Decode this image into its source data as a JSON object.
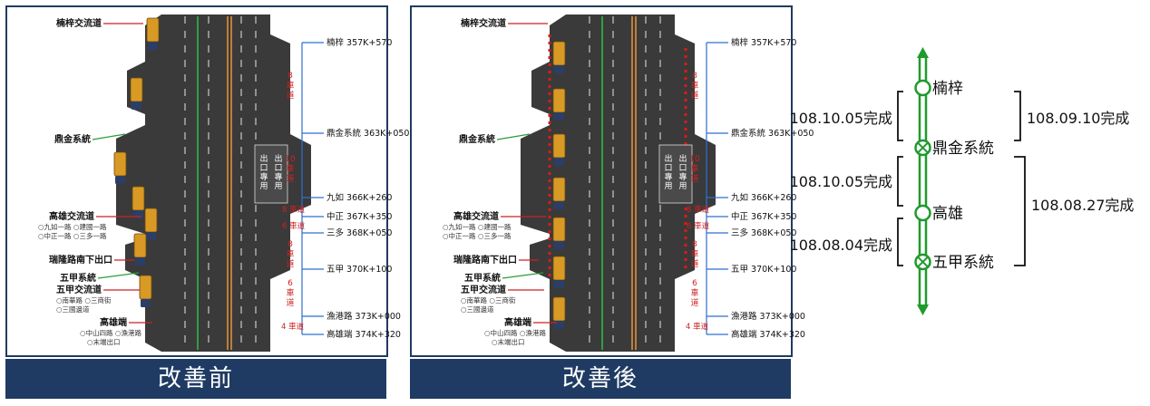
{
  "colors": {
    "navy": "#1f3b63",
    "road": "#3a3a3a",
    "lane_line": "#e6e6e6",
    "median_green": "#2ea043",
    "median_orange": "#e0903a",
    "label_red": "#cc2222",
    "label_blue": "#2d6fd0",
    "label_green": "#2a9d3a",
    "route_green": "#1f9a2d",
    "truck": "#d89a24"
  },
  "before": {
    "caption": "改善前",
    "left_labels": {
      "nanzi_ic": "楠梓交流道",
      "dingjin": "鼎金系統",
      "kaohsiung_ic": "高雄交流道",
      "kaohsiung_ic_sub1": "○九如一路 ○建國一路",
      "kaohsiung_ic_sub2": "○中正一路 ○三多一路",
      "ruilong": "瑞隆路南下出口",
      "wujia_sys": "五甲系統",
      "wujia_ic": "五甲交流道",
      "wujia_ic_sub1": "○南華路 ○三商街",
      "wujia_ic_sub2": "○三國邊道",
      "kaohsiung_end": "高雄端",
      "kaohsiung_end_sub1": "○中山四路 ○漁港路",
      "kaohsiung_end_sub2": "○末端出口"
    },
    "right_labels": {
      "nanzi": "楠梓 357K+570",
      "dingjin": "鼎金系統 363K+050",
      "jiuru": "九如 366K+260",
      "zhongzheng": "中正 367K+350",
      "sanduo": "三多 368K+050",
      "wujia": "五甲 370K+100",
      "yugang": "漁港路 373K+000",
      "kaohsiung_end": "高雄端 374K+320"
    },
    "lane_labels": {
      "eight_a": "8\n車\n道",
      "ten": "10\n車\n道",
      "eight_small": "8 車道",
      "six_small": "6 車道",
      "eight_b": "8\n車\n道",
      "six": "6\n車\n道",
      "four": "4 車道"
    },
    "exit_only": "出口專用"
  },
  "after": {
    "caption": "改善後"
  },
  "route": {
    "stations": [
      "楠梓",
      "鼎金系統",
      "高雄",
      "五甲系統"
    ],
    "left_spans": [
      "108.10.05完成",
      "108.10.05完成",
      "108.08.04完成"
    ],
    "right_spans": [
      "108.09.10完成",
      "108.08.27完成"
    ]
  }
}
